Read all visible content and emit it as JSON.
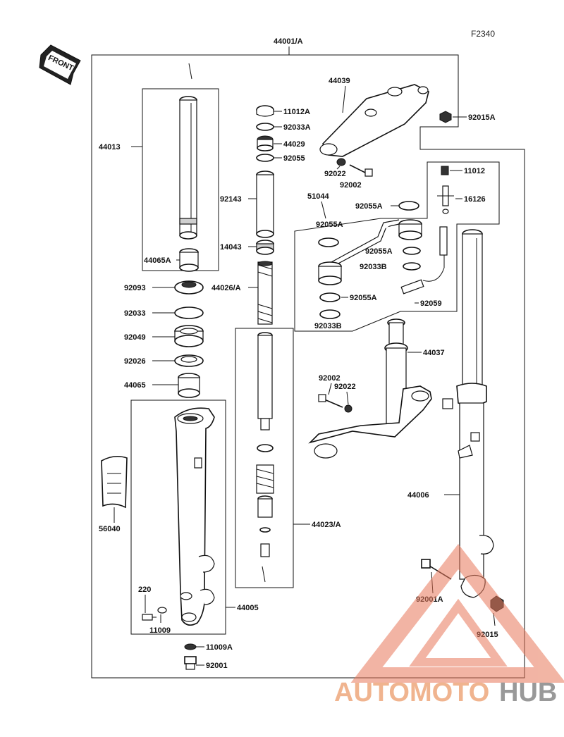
{
  "diagram_code": "F2340",
  "front_label": "FRONT",
  "watermark": {
    "part1": "AUTOMOTO",
    "part2": "HUB",
    "color_accent": "#e8785a",
    "color_grey": "#9a9a9a"
  },
  "labels": {
    "p44001A": "44001/A",
    "p44039": "44039",
    "p92015A": "92015A",
    "p11012A": "11012A",
    "p92033A": "92033A",
    "p44029": "44029",
    "p92055": "92055",
    "p92022a": "92022",
    "p92002a": "92002",
    "p44013": "44013",
    "p92143": "92143",
    "p11012": "11012",
    "p16126": "16126",
    "p51044": "51044",
    "p92055A_1": "92055A",
    "p92055A_2": "92055A",
    "p92055A_3": "92055A",
    "p92055A_4": "92055A",
    "p92033B_1": "92033B",
    "p92033B_2": "92033B",
    "p92059": "92059",
    "p14043": "14043",
    "p44065A": "44065A",
    "p92093": "92093",
    "p44026A": "44026/A",
    "p92033": "92033",
    "p92049": "92049",
    "p92026": "92026",
    "p44065": "44065",
    "p44037": "44037",
    "p92002b": "92002",
    "p92022b": "92022",
    "p44006": "44006",
    "p56040": "56040",
    "p44023A": "44023/A",
    "p220": "220",
    "p44005": "44005",
    "p11009": "11009",
    "p11009A": "11009A",
    "p92001": "92001",
    "p92001A": "92001A",
    "p92015": "92015"
  }
}
